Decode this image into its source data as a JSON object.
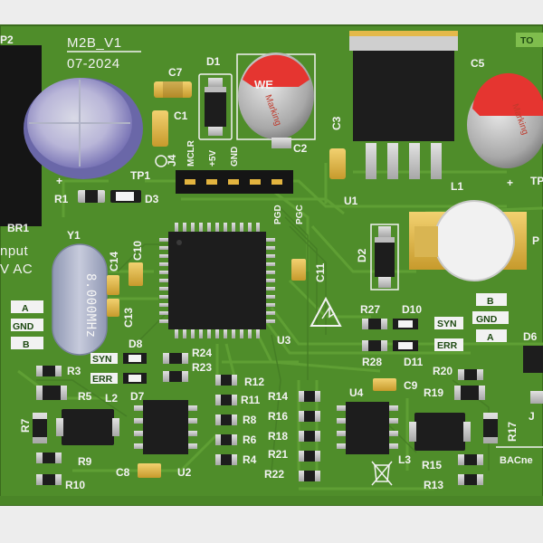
{
  "board": {
    "name": "M2B_V1",
    "date": "07-2024",
    "corner_tag": "TO",
    "colors": {
      "soldermask": "#4f8d2a",
      "soldermask_dark": "#3f7420",
      "trace": "#5e9e33",
      "pad": "#c9c9c9",
      "silkscreen": "#f2f2f2",
      "ic_body": "#1d1d1d",
      "background": "#ededed",
      "cap_red": "#e53530",
      "crystal": "#9fa6bf"
    }
  },
  "labels": {
    "p2": "P2",
    "br1": "BR1",
    "input_line1": "nput",
    "input_line2": "V AC",
    "tp1": "TP1",
    "j4": "J4",
    "y1": "Y1",
    "u1": "U1",
    "u2": "U2",
    "u3": "U3",
    "u4": "U4",
    "l1": "L1",
    "l2": "L2",
    "l3": "L3",
    "d1": "D1",
    "d2": "D2",
    "d3": "D3",
    "d6": "D6",
    "d7": "D7",
    "d8": "D8",
    "d10": "D10",
    "d11": "D11",
    "c1": "C1",
    "c2": "C2",
    "c3": "C3",
    "c5": "C5",
    "c7": "C7",
    "c8": "C8",
    "c9": "C9",
    "c10": "C10",
    "c11": "C11",
    "c13": "C13",
    "c14": "C14",
    "r1": "R1",
    "r3": "R3",
    "r4": "R4",
    "r5": "R5",
    "r6": "R6",
    "r7": "R7",
    "r8": "R8",
    "r9": "R9",
    "r10": "R10",
    "r11": "R11",
    "r12": "R12",
    "r13": "R13",
    "r14": "R14",
    "r15": "R15",
    "r16": "R16",
    "r17": "R17",
    "r18": "R18",
    "r19": "R19",
    "r20": "R20",
    "r21": "R21",
    "r22": "R22",
    "r23": "R23",
    "r24": "R24",
    "r27": "R27",
    "r28": "R28",
    "j_right": "J",
    "tp_right": "TP",
    "right_edge_top": "P",
    "bacnet": "BACne",
    "crystal_marking": "8.000MHz",
    "cap_marking": "Marking",
    "cap_logo": "WE",
    "plus": "+",
    "pin_labels": [
      "MCLR",
      "+5V",
      "GND"
    ],
    "pin_labels_right": [
      "PGD",
      "PGC"
    ],
    "port_left": [
      "A",
      "GND",
      "B"
    ],
    "port_right": [
      "B",
      "GND",
      "A"
    ],
    "led_left": [
      "SYN",
      "ERR"
    ],
    "led_right": [
      "SYN",
      "ERR"
    ]
  }
}
